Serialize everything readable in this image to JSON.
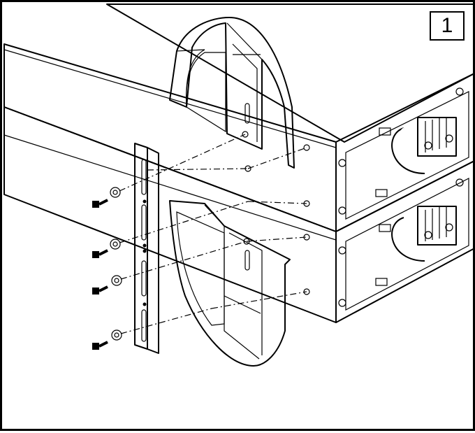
{
  "step": {
    "number": "1"
  },
  "colors": {
    "line": "#000000",
    "fill_light": "#f2f2f2",
    "fill_mid": "#dcdcdc",
    "fill_dark": "#a8a8a8",
    "background": "#ffffff"
  },
  "parts": [
    {
      "name": "ups-upper-unit",
      "icon": "rack-chassis"
    },
    {
      "name": "ups-lower-unit",
      "icon": "rack-chassis"
    },
    {
      "name": "upper-mounting-bracket",
      "icon": "bracket"
    },
    {
      "name": "lower-mounting-bracket",
      "icon": "bracket"
    },
    {
      "name": "vertical-rail",
      "icon": "slotted-rail"
    },
    {
      "name": "screw",
      "icon": "screw",
      "count": 4
    },
    {
      "name": "washer",
      "icon": "washer",
      "count": 4
    }
  ]
}
